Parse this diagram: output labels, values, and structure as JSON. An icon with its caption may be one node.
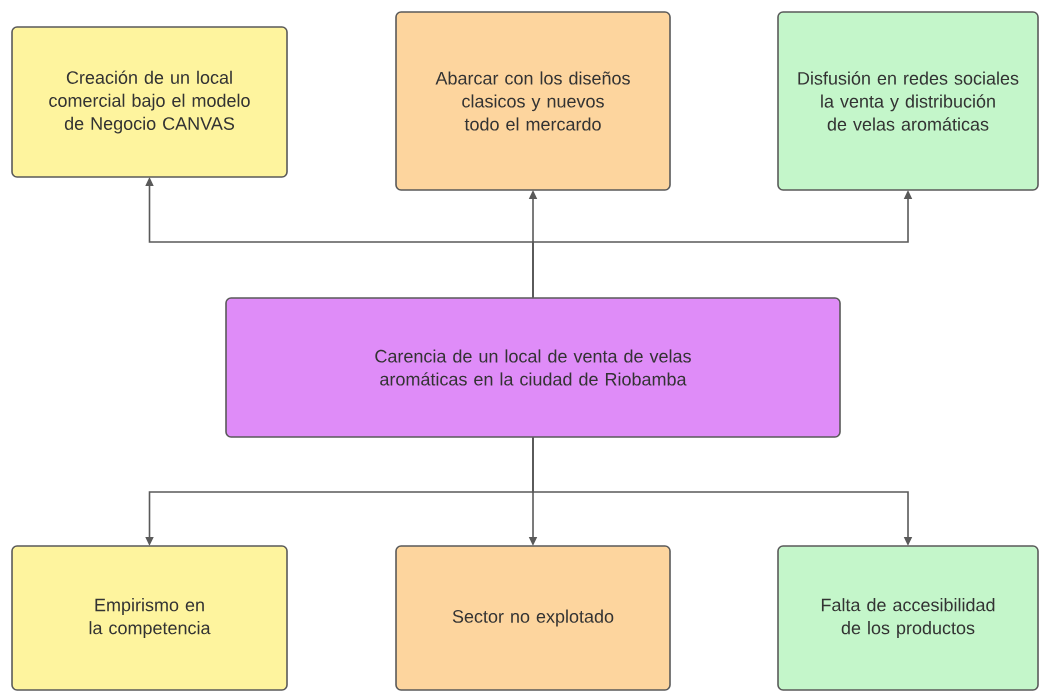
{
  "diagram": {
    "nodes": [
      {
        "text": [
          "Carencia de un local de venta de velas aromáticas en la ciudad de Riobamba"
        ]
      },
      {
        "text": [
          "Creación de un local comercial bajo el modelo de Negocio CANVAS"
        ]
      },
      {
        "text": [
          "Abarcar con los diseños clasicos y nuevos todo el mercardo"
        ]
      },
      {
        "text": [
          "Disfusión en redes sociales la venta y distribución de velas aromáticas"
        ]
      },
      {
        "text": [
          "Empirismo en la competencia"
        ]
      },
      {
        "text": [
          "Sector no explotado"
        ]
      },
      {
        "text": [
          "Falta de accesibilidad de los productos"
        ]
      }
    ],
    "edges": [
      {
        "from": 0,
        "to": 1,
        "arrow": "to"
      },
      {
        "from": 0,
        "to": 2,
        "arrow": "to"
      },
      {
        "from": 0,
        "to": 3,
        "arrow": "to"
      },
      {
        "from": 0,
        "to": 4,
        "arrow": "to"
      },
      {
        "from": 0,
        "to": 5,
        "arrow": "to"
      },
      {
        "from": 0,
        "to": 6,
        "arrow": "to"
      }
    ]
  }
}
